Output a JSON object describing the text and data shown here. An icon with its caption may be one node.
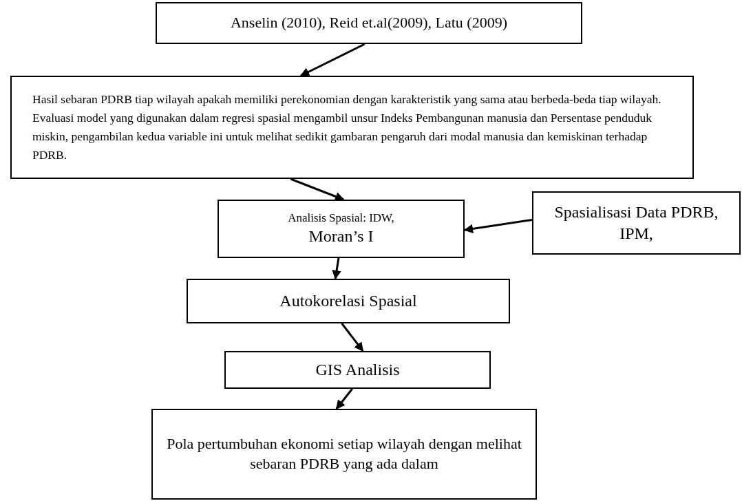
{
  "diagram": {
    "nodes": [
      {
        "text": [
          "Anselin (2010), Reid et.al(2009), Latu (2009)"
        ]
      },
      {
        "text": [
          "Hasil sebaran PDRB tiap wilayah apakah memiliki perekonomian dengan karakteristik yang sama atau berbeda-beda tiap wilayah. Evaluasi model yang digunakan dalam regresi spasial mengambil unsur Indeks Pembangunan manusia dan Persentase penduduk miskin, pengambilan kedua variable ini untuk melihat sedikit gambaran pengaruh dari modal manusia dan kemiskinan terhadap PDRB."
        ]
      },
      {
        "text": [
          "Analisis Spasial: IDW,",
          "Moran’s I"
        ]
      },
      {
        "text": [
          "Spasialisasi Data PDRB, IPM,"
        ]
      },
      {
        "text": [
          "Autokorelasi Spasial"
        ]
      },
      {
        "text": [
          "GIS Analisis"
        ]
      },
      {
        "text": [
          "Pola pertumbuhan ekonomi setiap wilayah dengan melihat sebaran PDRB yang ada dalam"
        ]
      }
    ],
    "edges": [
      {
        "from": 0,
        "to": 1,
        "arrow": "to"
      },
      {
        "from": 1,
        "to": 2,
        "arrow": "to"
      },
      {
        "from": 3,
        "to": 2,
        "arrow": "to"
      },
      {
        "from": 2,
        "to": 4,
        "arrow": "to"
      },
      {
        "from": 4,
        "to": 5,
        "arrow": "to"
      },
      {
        "from": 5,
        "to": 6,
        "arrow": "to"
      }
    ]
  }
}
